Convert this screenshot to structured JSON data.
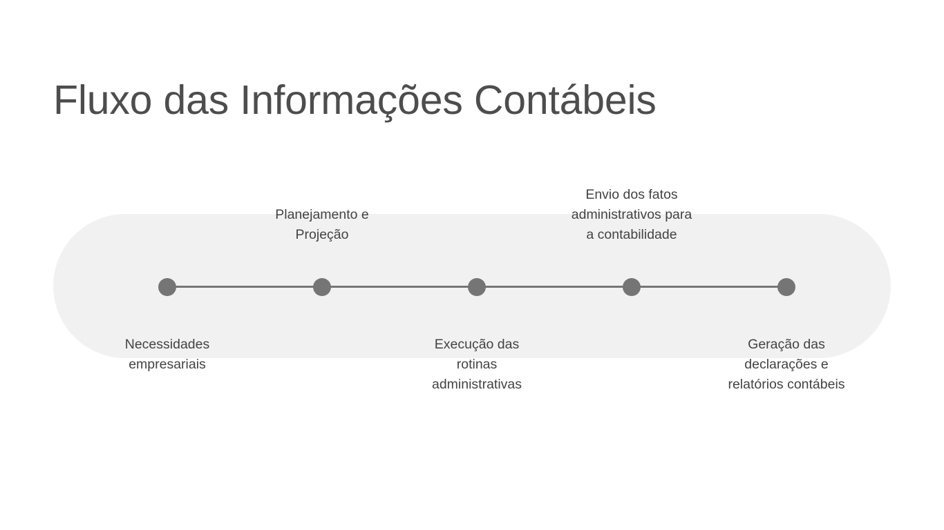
{
  "slide": {
    "title": "Fluxo das Informações Contábeis",
    "background_color": "#ffffff",
    "title_color": "#4d4d4d"
  },
  "timeline": {
    "backdrop_color": "#f1f1f1",
    "axis_color": "#757575",
    "node_color": "#757575",
    "label_color": "#434343",
    "steps": [
      {
        "index": "1",
        "label": "Necessidades\nempresariais",
        "position": "below"
      },
      {
        "index": "2",
        "label": "Planejamento e\nProjeção",
        "position": "above"
      },
      {
        "index": "3",
        "label": "Execução das\nrotinas\nadministrativas",
        "position": "below"
      },
      {
        "index": "4",
        "label": "Envio dos fatos\nadministrativos para\na contabilidade",
        "position": "above"
      },
      {
        "index": "5",
        "label": "Geração das\ndeclarações e\nrelatórios contábeis",
        "position": "below"
      }
    ]
  }
}
